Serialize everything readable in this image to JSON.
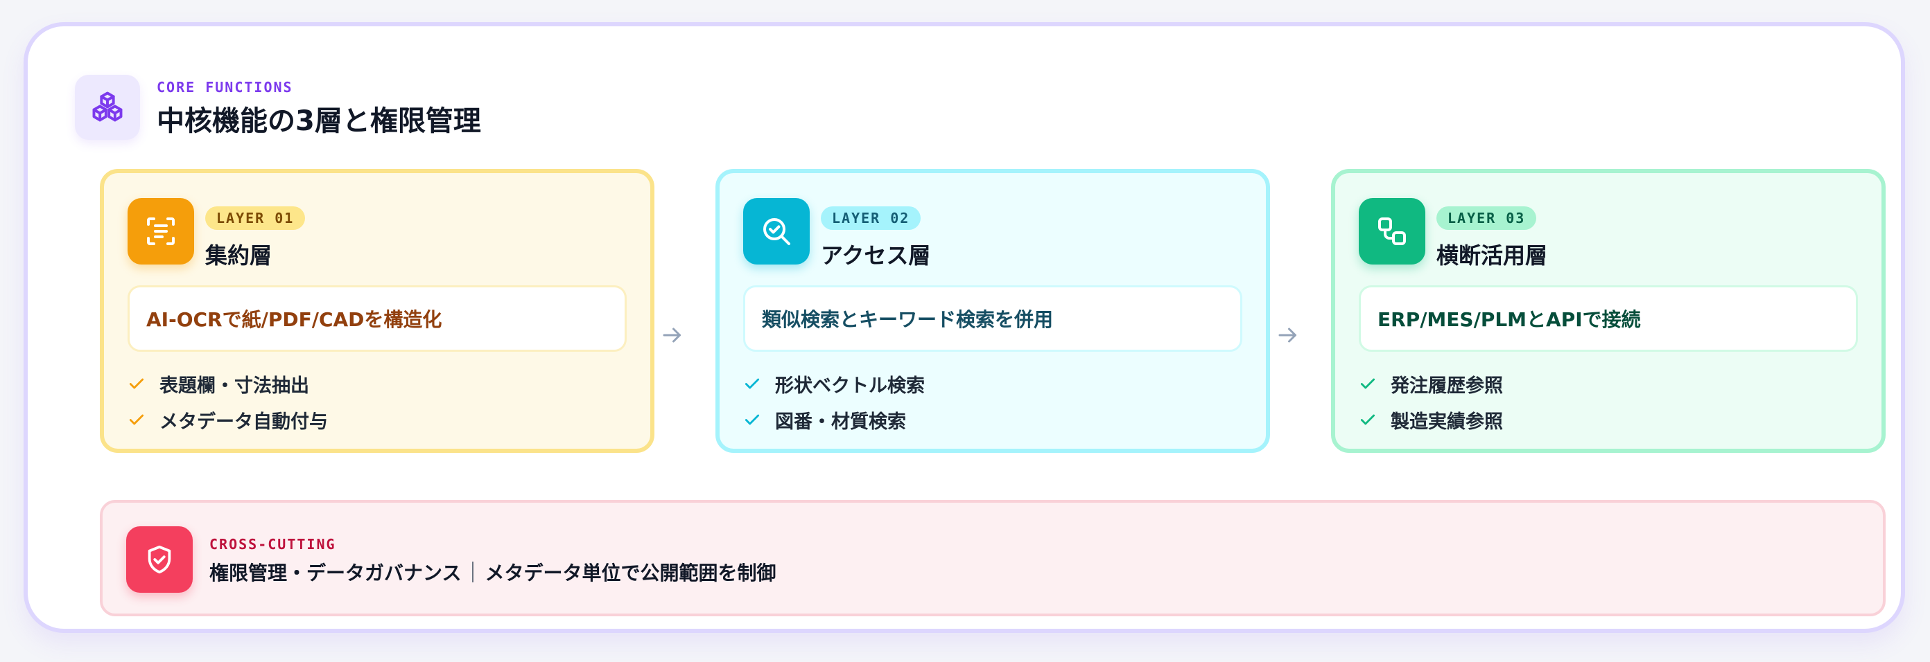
{
  "colors": {
    "frame_border": "#ddd6fe",
    "header_accent": "#7c3aed",
    "layer1_accent": "#f59e0b",
    "layer2_accent": "#06b6d4",
    "layer3_accent": "#10b981",
    "crosscutting_accent": "#f43f5e"
  },
  "header": {
    "kicker": "CORE FUNCTIONS",
    "title": "中核機能の3層と権限管理",
    "icon": "cubes-icon"
  },
  "layers": [
    {
      "badge": "LAYER 01",
      "title": "集約層",
      "icon": "document-scan-icon",
      "summary": "AI-OCRで紙/PDF/CADを構造化",
      "bullets": [
        "表題欄・寸法抽出",
        "メタデータ自動付与"
      ]
    },
    {
      "badge": "LAYER 02",
      "title": "アクセス層",
      "icon": "search-check-icon",
      "summary": "類似検索とキーワード検索を併用",
      "bullets": [
        "形状ベクトル検索",
        "図番・材質検索"
      ]
    },
    {
      "badge": "LAYER 03",
      "title": "横断活用層",
      "icon": "connect-nodes-icon",
      "summary": "ERP/MES/PLMとAPIで接続",
      "bullets": [
        "発注履歴参照",
        "製造実績参照"
      ]
    }
  ],
  "cross_cutting": {
    "kicker": "CROSS-CUTTING",
    "text_main": "権限管理・データガバナンス",
    "text_detail": "メタデータ単位で公開範囲を制御",
    "icon": "shield-check-icon"
  }
}
